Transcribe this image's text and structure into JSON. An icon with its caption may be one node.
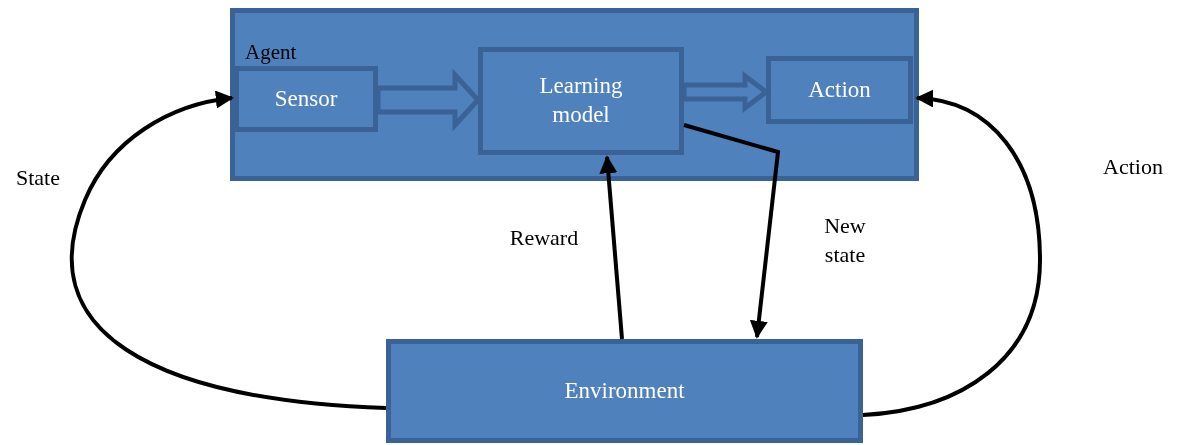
{
  "diagram": {
    "nodes": [
      {
        "text": [
          "Agent"
        ]
      },
      {
        "text": [
          "Sensor"
        ],
        "in": 0
      },
      {
        "text": [
          "Learning model"
        ],
        "in": 0
      },
      {
        "text": [
          "Action"
        ],
        "in": 0
      },
      {
        "text": [
          "Environment"
        ]
      }
    ],
    "edges": [
      {
        "from": 4,
        "to": 1,
        "arrow": "to",
        "label": "State"
      },
      {
        "from": 1,
        "to": 2,
        "arrow": "to",
        "style": "thick",
        "color": "#3b6296"
      },
      {
        "from": 2,
        "to": 3,
        "arrow": "to",
        "style": "thick",
        "color": "#3b6296"
      },
      {
        "from": 4,
        "to": 2,
        "arrow": "to",
        "label": "Reward"
      },
      {
        "from": 2,
        "to": 4,
        "arrow": "to",
        "label": "New state"
      },
      {
        "from": 4,
        "to": 3,
        "arrow": "to",
        "label": "Action"
      }
    ]
  }
}
